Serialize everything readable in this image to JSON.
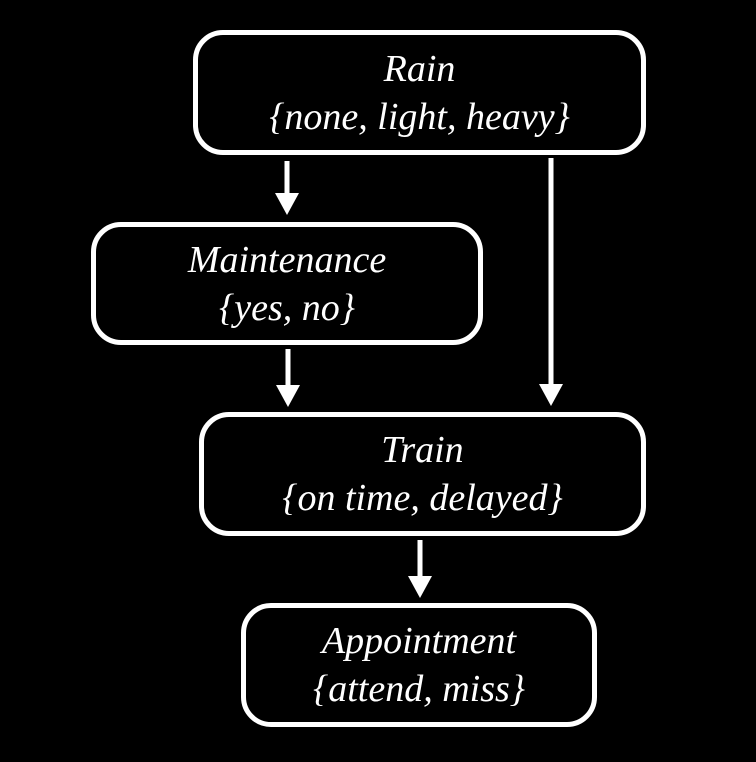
{
  "diagram": {
    "type": "bayesian-network",
    "background_color": "#000000",
    "stroke_color": "#ffffff",
    "text_color": "#ffffff",
    "nodes": [
      {
        "id": "rain",
        "label": "Rain",
        "values": "{none, light, heavy}"
      },
      {
        "id": "maintenance",
        "label": "Maintenance",
        "values": "{yes, no}"
      },
      {
        "id": "train",
        "label": "Train",
        "values": "{on time, delayed}"
      },
      {
        "id": "appointment",
        "label": "Appointment",
        "values": "{attend, miss}"
      }
    ],
    "edges": [
      {
        "from": "rain",
        "to": "maintenance"
      },
      {
        "from": "rain",
        "to": "train"
      },
      {
        "from": "maintenance",
        "to": "train"
      },
      {
        "from": "train",
        "to": "appointment"
      }
    ]
  }
}
